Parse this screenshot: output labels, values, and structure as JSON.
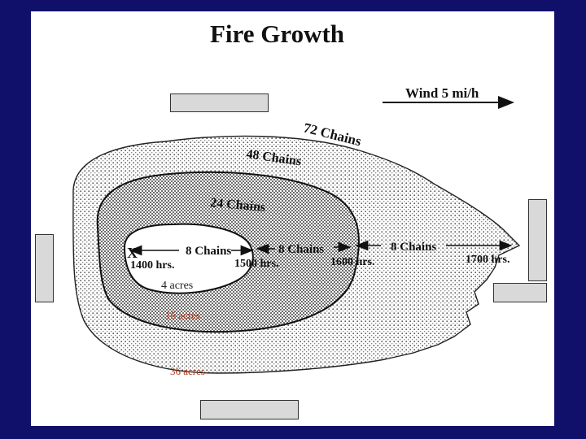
{
  "title": "Fire Growth",
  "wind": {
    "label": "Wind 5 mi/h"
  },
  "chain_labels": {
    "outer": "72 Chains",
    "middle": "48 Chains",
    "inner": "24 Chains"
  },
  "spread_axis": {
    "start_marker": "X",
    "segments": [
      "8 Chains",
      "8 Chains",
      "8 Chains"
    ],
    "times": [
      "1400 hrs.",
      "1500 hrs.",
      "1600 hrs.",
      "1700 hrs."
    ]
  },
  "areas": {
    "inner": "4 acres",
    "middle": "16 acres",
    "outer": "36 acres"
  },
  "colors": {
    "background": "#10106a",
    "area_label_inner": "#222222",
    "area_label_outer": "#b03a1a"
  }
}
